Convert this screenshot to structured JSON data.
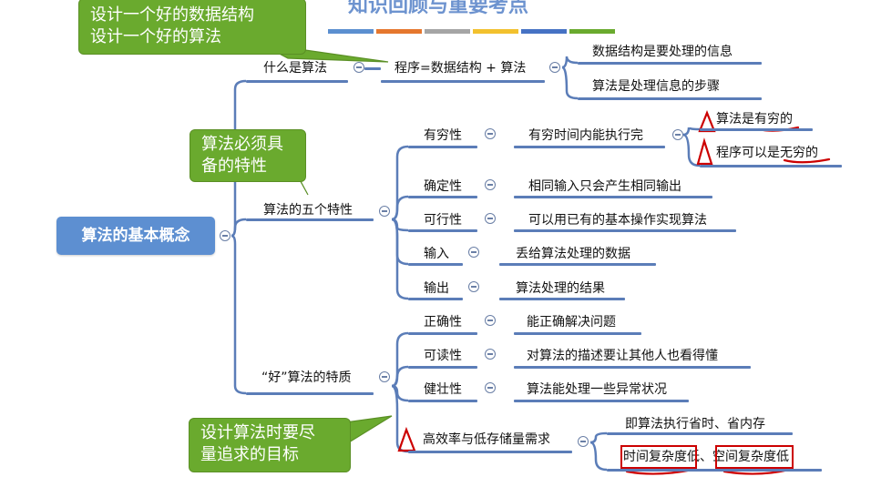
{
  "header": {
    "title": "知识回顾与重要考点",
    "color_bars": [
      "#5b8fd0",
      "#e5772e",
      "#a5a5a5",
      "#f2c12e",
      "#4672c4",
      "#6aaa2e"
    ]
  },
  "colors": {
    "branch": "#5b7db8",
    "root_fill": "#5d8fd1",
    "callout_fill": "#6aaa2e",
    "annotation": "#cc0000"
  },
  "mindmap": {
    "root": "算法的基本概念",
    "what_is": {
      "label": "什么是算法",
      "formula": "程序=数据结构 + 算法",
      "children": [
        "数据结构是要处理的信息",
        "算法是处理信息的步骤"
      ]
    },
    "five_features": {
      "label": "算法的五个特性",
      "finite": {
        "label": "有穷性",
        "detail": "有穷时间内能执行完",
        "notes": [
          "算法是有穷的",
          "程序可以是无穷的"
        ]
      },
      "deterministic": {
        "label": "确定性",
        "detail": "相同输入只会产生相同输出"
      },
      "feasible": {
        "label": "可行性",
        "detail": "可以用已有的基本操作实现算法"
      },
      "input": {
        "label": "输入",
        "detail": "丢给算法处理的数据"
      },
      "output": {
        "label": "输出",
        "detail": "算法处理的结果"
      }
    },
    "good_algorithm": {
      "label": "“好”算法的特质",
      "correct": {
        "label": "正确性",
        "detail": "能正确解决问题"
      },
      "readable": {
        "label": "可读性",
        "detail": "对算法的描述要让其他人也看得懂"
      },
      "robust": {
        "label": "健壮性",
        "detail": "算法能处理一些异常状况"
      },
      "efficient": {
        "label": "高效率与低存储量需求",
        "children": [
          "即算法执行省时、省内存"
        ],
        "complexity": {
          "time": "时间复杂度",
          "time_suffix": "低",
          "sep": "、",
          "space": "空间复杂度",
          "space_suffix": "低"
        }
      }
    }
  },
  "callouts": {
    "top": [
      "设计一个好的数据结构",
      "设计一个好的算法"
    ],
    "middle": [
      "算法必须具",
      "备的特性"
    ],
    "bottom": [
      "设计算法时要尽",
      "量追求的目标"
    ]
  }
}
